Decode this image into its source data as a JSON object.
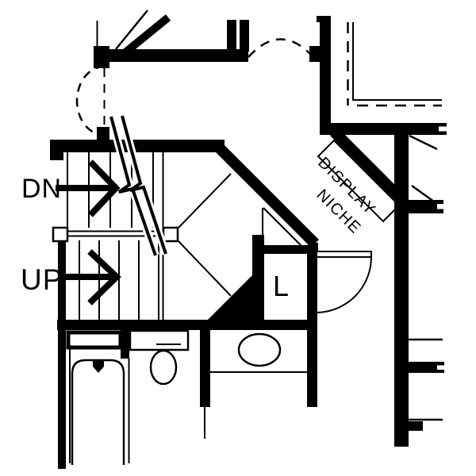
{
  "drawing": {
    "type": "floor-plan-stair-detail",
    "labels": {
      "down": "DN",
      "up": "UP",
      "linen": "L",
      "niche_line1": "DISPLAY",
      "niche_line2": "NICHE"
    },
    "colors": {
      "ink": "#000000",
      "paper": "#ffffff"
    }
  }
}
